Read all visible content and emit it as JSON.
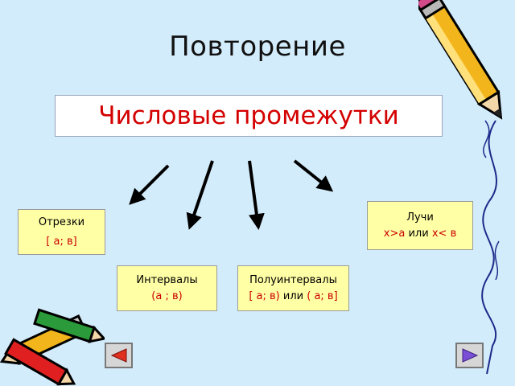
{
  "title": "Повторение",
  "main_box": "Числовые промежутки",
  "segments": {
    "label": "Отрезки",
    "notation": "[ а; в]"
  },
  "intervals": {
    "label": "Интервалы",
    "notation": "(а ; в)"
  },
  "half_intervals": {
    "label": "Полуинтервалы",
    "notation_a": "[ а; в)",
    "word_or": "или",
    "notation_b": "( а; в]"
  },
  "rays": {
    "label": "Лучи",
    "notation_a": "х>а",
    "word_or": "или",
    "notation_b": "х<",
    "notation_c": "в"
  },
  "icons": [
    "pencil-icon",
    "pencils-icon",
    "prev-arrow-icon",
    "next-arrow-icon"
  ],
  "colors": {
    "background": "#d3ecfb",
    "accent": "#d40000",
    "box_fill": "#ffffa5"
  }
}
